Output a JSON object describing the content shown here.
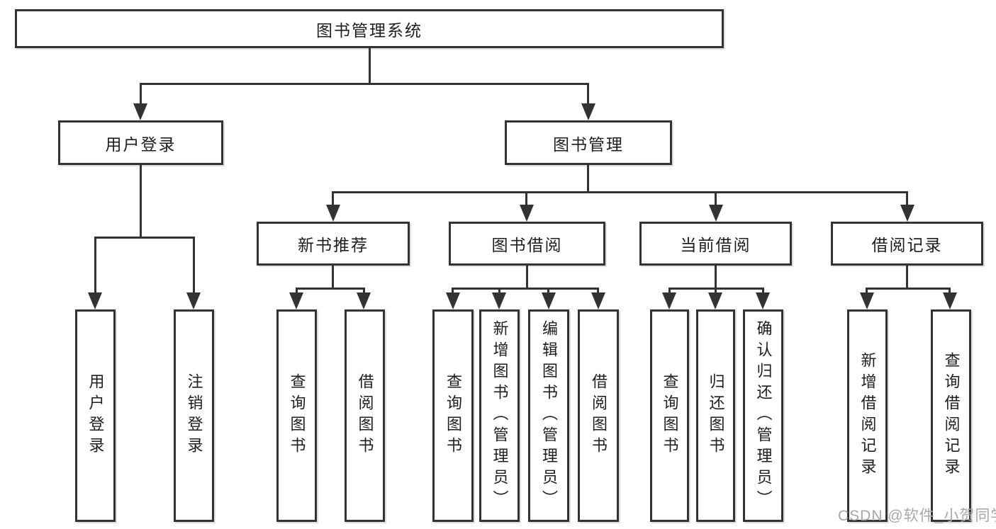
{
  "diagram": {
    "root": {
      "label": "图书管理系统"
    },
    "level2": [
      {
        "label": "用户登录"
      },
      {
        "label": "图书管理"
      }
    ],
    "level3": [
      {
        "label": "新书推荐"
      },
      {
        "label": "图书借阅"
      },
      {
        "label": "当前借阅"
      },
      {
        "label": "借阅记录"
      }
    ],
    "leaves": {
      "user_login": [
        {
          "label": "用户登录"
        },
        {
          "label": "注销登录"
        }
      ],
      "new_book_recommend": [
        {
          "label": "查询图书"
        },
        {
          "label": "借阅图书"
        }
      ],
      "book_borrow": [
        {
          "label": "查询图书"
        },
        {
          "label": "新增图书（管理员）"
        },
        {
          "label": "编辑图书（管理员）"
        },
        {
          "label": "借阅图书"
        }
      ],
      "current_borrow": [
        {
          "label": "查询图书"
        },
        {
          "label": "归还图书"
        },
        {
          "label": "确认归还（管理员）"
        }
      ],
      "borrow_records": [
        {
          "label": "新增借阅记录"
        },
        {
          "label": "查询借阅记录"
        }
      ]
    }
  },
  "watermark": {
    "text": "CSDN @软件_小贺同学"
  },
  "colors": {
    "line": "#333333",
    "box_fill": "#ffffff",
    "text": "#1e1e1e",
    "watermark": "#a8a8a8",
    "background": "#ffffff"
  }
}
